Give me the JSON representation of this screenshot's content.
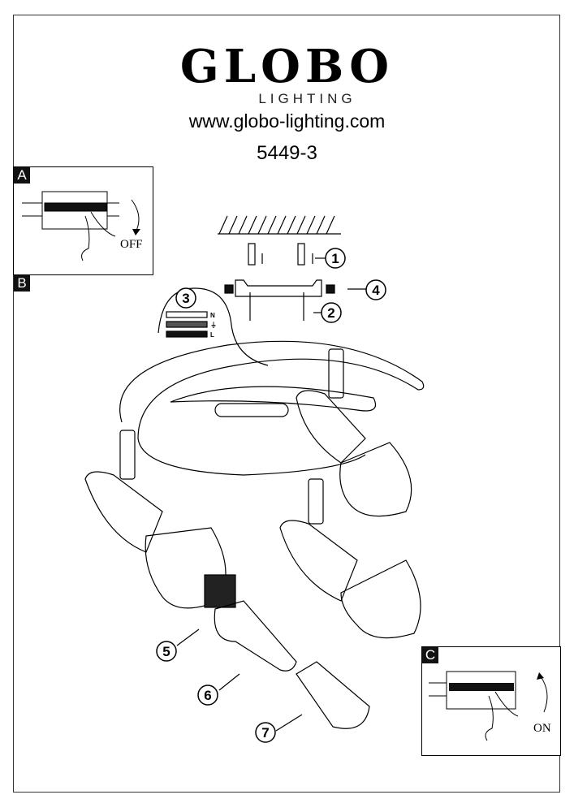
{
  "header": {
    "brand": "GLOBO",
    "brand_sub": "LIGHTING",
    "website": "www.globo-lighting.com",
    "model_number": "5449-3"
  },
  "steps": {
    "a": {
      "tag": "A",
      "switch_label": "OFF"
    },
    "b": {
      "tag": "B"
    },
    "c": {
      "tag": "C",
      "switch_label": "ON"
    }
  },
  "callouts": [
    "1",
    "2",
    "3",
    "4",
    "5",
    "6",
    "7"
  ],
  "wiring_labels": [
    "N",
    "⏚",
    "L"
  ]
}
